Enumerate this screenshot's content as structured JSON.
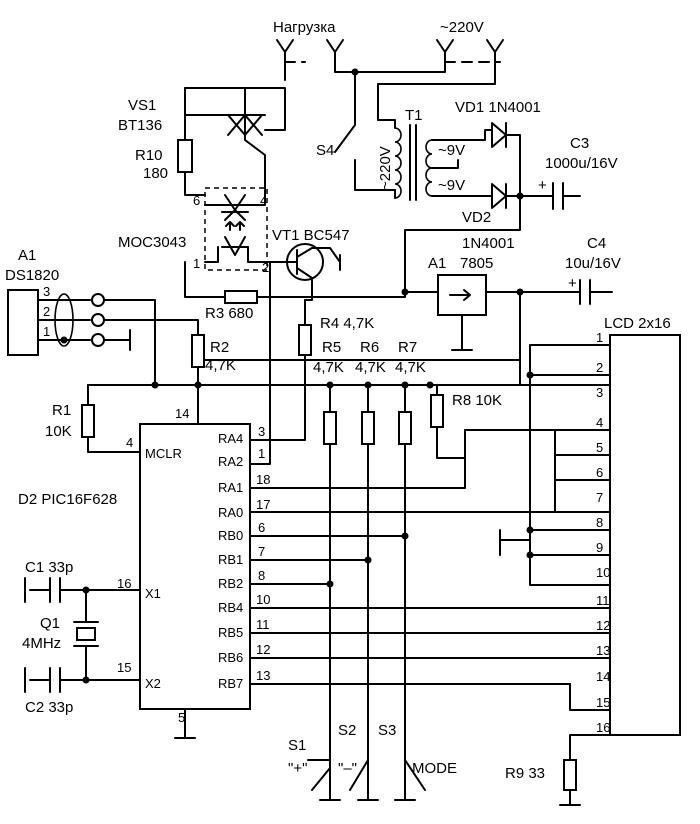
{
  "labels": {
    "load": "Нагрузка",
    "mains": "~220V",
    "vs1_ref": "VS1",
    "vs1_val": "BT136",
    "r10_ref": "R10",
    "r10_val": "180",
    "t1": "T1",
    "vd1": "VD1 1N4001",
    "s4": "S4",
    "t1_primary": "~220V",
    "t1_sec1": "~9V",
    "t1_sec2": "~9V",
    "c3_ref": "C3",
    "c3_val": "1000u/16V",
    "vd2": "VD2",
    "vd2_type": "1N4001",
    "opto": "MOC3043",
    "vt1": "VT1 BC547",
    "a1_sensor_ref": "A1",
    "a1_sensor_val": "DS1820",
    "reg_ref": "A1",
    "reg_val": "7805",
    "c4_ref": "C4",
    "c4_val": "10u/16V",
    "r3": "R3 680",
    "r4": "R4 4,7K",
    "r2_ref": "R2",
    "r2_val": "4,7K",
    "r5_ref": "R5",
    "r5_val": "4,7K",
    "r6_ref": "R6",
    "r6_val": "4,7K",
    "r7_ref": "R7",
    "r7_val": "4,7K",
    "r8": "R8 10K",
    "r1_ref": "R1",
    "r1_val": "10K",
    "mcu": "D2 PIC16F628",
    "lcd": "LCD 2x16",
    "c1": "C1 33p",
    "c2": "C2 33p",
    "q1_ref": "Q1",
    "q1_val": "4MHz",
    "s1": "S1",
    "s1_func": "\"+\"",
    "s2": "S2",
    "s2_func": "\"–\"",
    "s3": "S3",
    "s3_func": "MODE",
    "r9": "R9 33"
  },
  "mcu_pins": {
    "mclr": "MCLR",
    "x1": "X1",
    "x2": "X2",
    "ra4": "RA4",
    "ra2": "RA2",
    "ra1": "RA1",
    "ra0": "RA0",
    "rb0": "RB0",
    "rb1": "RB1",
    "rb2": "RB2",
    "rb4": "RB4",
    "rb5": "RB5",
    "rb6": "RB6",
    "rb7": "RB7",
    "n4": "4",
    "n14": "14",
    "n16": "16",
    "n15": "15",
    "n5": "5",
    "n3": "3",
    "n1": "1",
    "n18": "18",
    "n17": "17",
    "n6": "6",
    "n7": "7",
    "n8": "8",
    "n10": "10",
    "n11": "11",
    "n12": "12",
    "n13": "13"
  },
  "opto_pins": {
    "p6": "6",
    "p4": "4",
    "p1": "1",
    "p2": "2"
  },
  "sensor_pins": {
    "p3": "3",
    "p2": "2",
    "p1": "1"
  },
  "lcd_pins": [
    "1",
    "2",
    "3",
    "4",
    "5",
    "6",
    "7",
    "8",
    "9",
    "10",
    "11",
    "12",
    "13",
    "14",
    "15",
    "16"
  ]
}
